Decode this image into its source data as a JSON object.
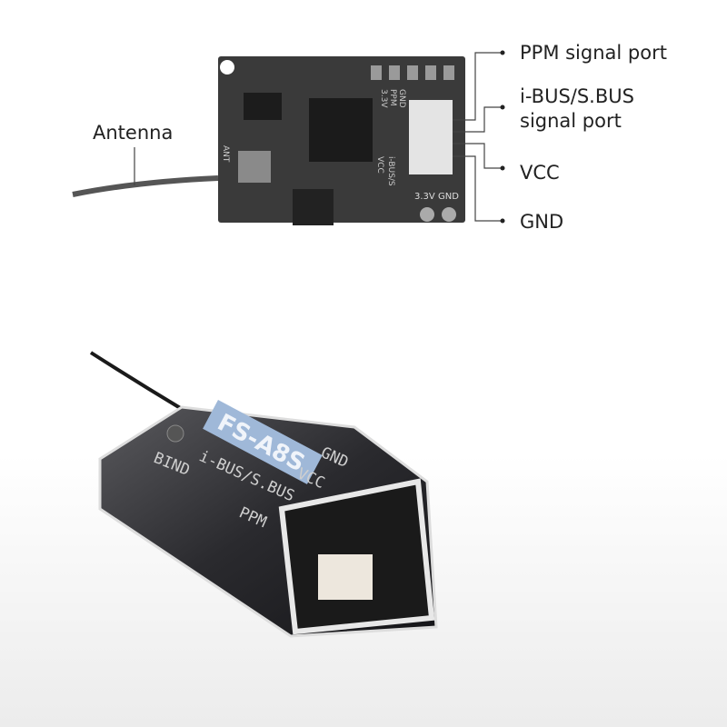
{
  "callouts": {
    "antenna": "Antenna",
    "ppm": "PPM signal port",
    "ibus_line1": "i-BUS/S.BUS",
    "ibus_line2": "signal port",
    "vcc": "VCC",
    "gnd": "GND"
  },
  "board_silkscreen": {
    "gnd": "GND",
    "ppm": "PPM",
    "v33": "3.3V",
    "vcc": "VCC",
    "ibus": "i-BUS/S",
    "pad_33v": "3.3V",
    "pad_gnd": "GND",
    "ant": "ANT"
  },
  "case_labels": {
    "model": "FS-A8S",
    "bind": "BIND",
    "gnd": "GND",
    "vcc": "VCC",
    "ibus": "i-BUS/S.BUS",
    "ppm": "PPM"
  },
  "colors": {
    "board": "#3a3a3a",
    "line": "#444444",
    "case": "#2b2b2f",
    "model_label_bg": "#9fb8d8"
  }
}
